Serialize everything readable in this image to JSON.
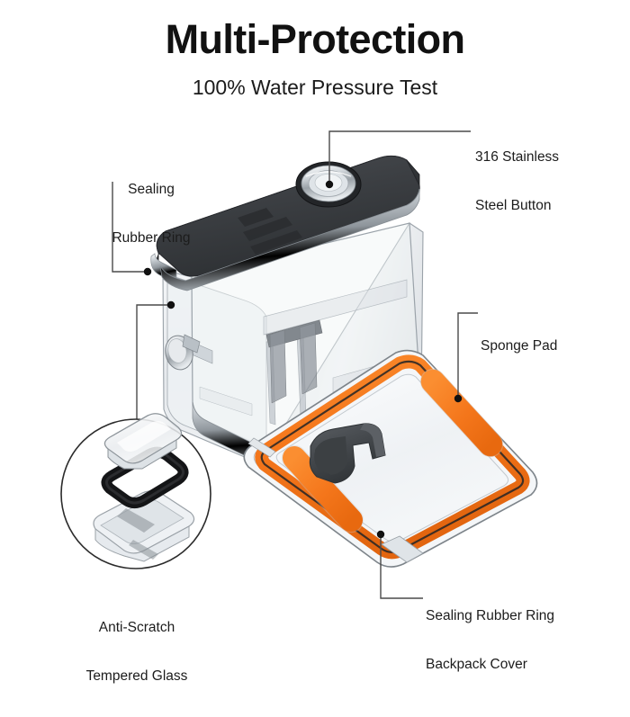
{
  "header": {
    "title": "Multi-Protection",
    "subtitle": "100% Water Pressure Test"
  },
  "callouts": {
    "stainless_button": {
      "line1": "316 Stainless",
      "line2": "Steel Button"
    },
    "sealing_ring": {
      "line1": "Sealing",
      "line2": "Rubber Ring"
    },
    "sponge_pad": {
      "line1": "Sponge Pad",
      "line2": ""
    },
    "backpack_cover": {
      "line1": "Sealing Rubber Ring",
      "line2": "Backpack Cover"
    },
    "tempered_glass": {
      "line1": "Anti-Scratch",
      "line2": "Tempered Glass"
    }
  },
  "colors": {
    "background": "#ffffff",
    "text": "#1a1a1a",
    "leader_line": "#4a4a4a",
    "orange_gasket": "#f4761b",
    "orange_gasket_dark": "#d9620f",
    "case_black": "#3b3d40",
    "case_black_dark": "#2c2e31",
    "clear_plastic": "#e9ecef",
    "metal": "#b9bfc4",
    "dark_grey_mount": "#4c4f53"
  },
  "product": {
    "name": "waterproof-camera-housing",
    "parts": [
      "black-top-lid",
      "stainless-steel-shutter-button",
      "clear-case-body",
      "side-power-button",
      "backdoor-with-orange-gasket",
      "sponge-pad-strips",
      "mount-bracket",
      "tempered-glass-lens-cover"
    ]
  },
  "magnifier": {
    "label": "lens-exploded-view",
    "layers": [
      "tempered-glass-plate",
      "black-rubber-gasket",
      "lens-housing"
    ]
  }
}
